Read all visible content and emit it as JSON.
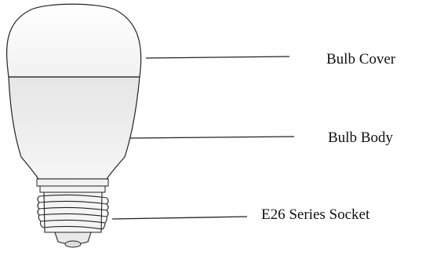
{
  "labels": {
    "cover": "Bulb Cover",
    "body": "Bulb Body",
    "socket": "E26 Series Socket"
  },
  "colors": {
    "stroke": "#222222",
    "cover_fill": "#fafafa",
    "body_fill": "#ededed",
    "socket_fill": "#f2f2f2",
    "text": "#111111"
  }
}
